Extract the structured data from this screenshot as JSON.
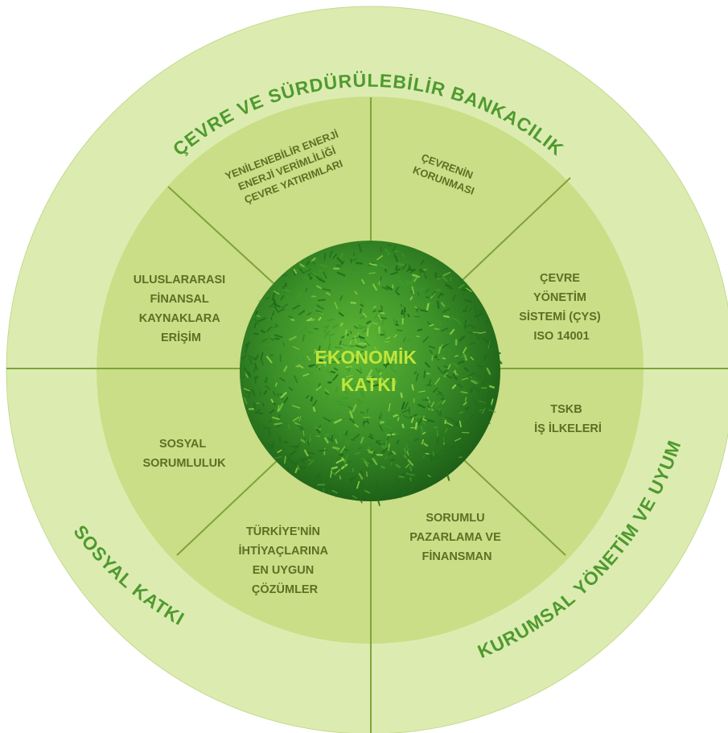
{
  "center": {
    "lines": [
      "EKONOMİK",
      "KATKI"
    ]
  },
  "outer_labels": {
    "top": "ÇEVRE VE SÜRDÜRÜLEBİLİR BANKACILIK",
    "bottom_left": "SOSYAL KATKI",
    "bottom_right": "KURUMSAL YÖNETİM VE UYUM"
  },
  "segments": {
    "renewable": [
      "YENİLENEBİLİR ENERJİ",
      "ENERJİ VERİMLİLİĞİ",
      "ÇEVRE YATIRIMLARI"
    ],
    "environment": [
      "ÇEVRENİN",
      "KORUNMASI"
    ],
    "ems": [
      "ÇEVRE",
      "YÖNETİM",
      "SİSTEMİ (ÇYS)",
      "ISO 14001"
    ],
    "principles": [
      "TSKB",
      "İŞ İLKELERİ"
    ],
    "marketing": [
      "SORUMLU",
      "PAZARLAMA VE",
      "FİNANSMAN"
    ],
    "solutions": [
      "TÜRKİYE'NİN",
      "İHTİYAÇLARINA",
      "EN UYGUN",
      "ÇÖZÜMLER"
    ],
    "social": [
      "SOSYAL",
      "SORUMLULUK"
    ],
    "finance": [
      "ULUSLARARASI",
      "FİNANSAL",
      "KAYNAKLARA",
      "ERİŞİM"
    ]
  },
  "colors": {
    "outer_ring": "#dcecb1",
    "inner_ring": "#c9de86",
    "lines": "#7ea43a",
    "grass_dark": "#1f6b1a",
    "grass_mid": "#3f9a2a",
    "grass_light": "#8fd147"
  }
}
